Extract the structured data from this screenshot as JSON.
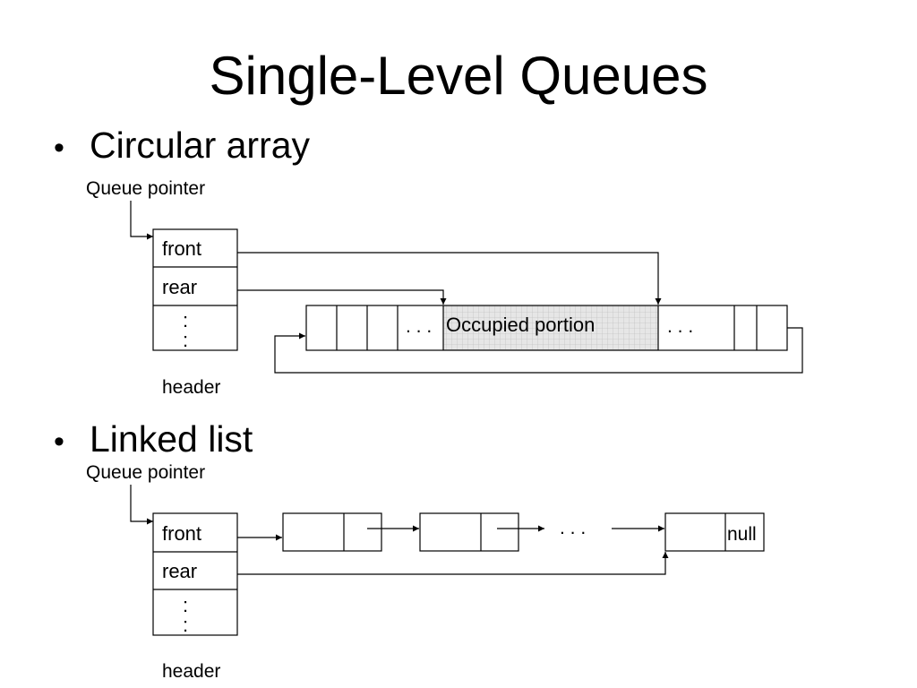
{
  "slide": {
    "title": "Single-Level Queues"
  },
  "circular": {
    "bullet": "Circular array",
    "queue_pointer_label": "Queue pointer",
    "header_fields": [
      "front",
      "rear",
      ":"
    ],
    "header_label": "header",
    "array": {
      "left_ellipsis": ". . .",
      "occupied_label": "Occupied portion",
      "right_ellipsis": ". . ."
    }
  },
  "linked": {
    "bullet": "Linked list",
    "queue_pointer_label": "Queue pointer",
    "header_fields": [
      "front",
      "rear",
      ":"
    ],
    "header_label": "header",
    "ellipsis": ". . .",
    "null_label": "null"
  },
  "colors": {
    "line": "#000000",
    "occupied_fill": "#e6e6e6",
    "occupied_grid": "#b8b8b8"
  }
}
